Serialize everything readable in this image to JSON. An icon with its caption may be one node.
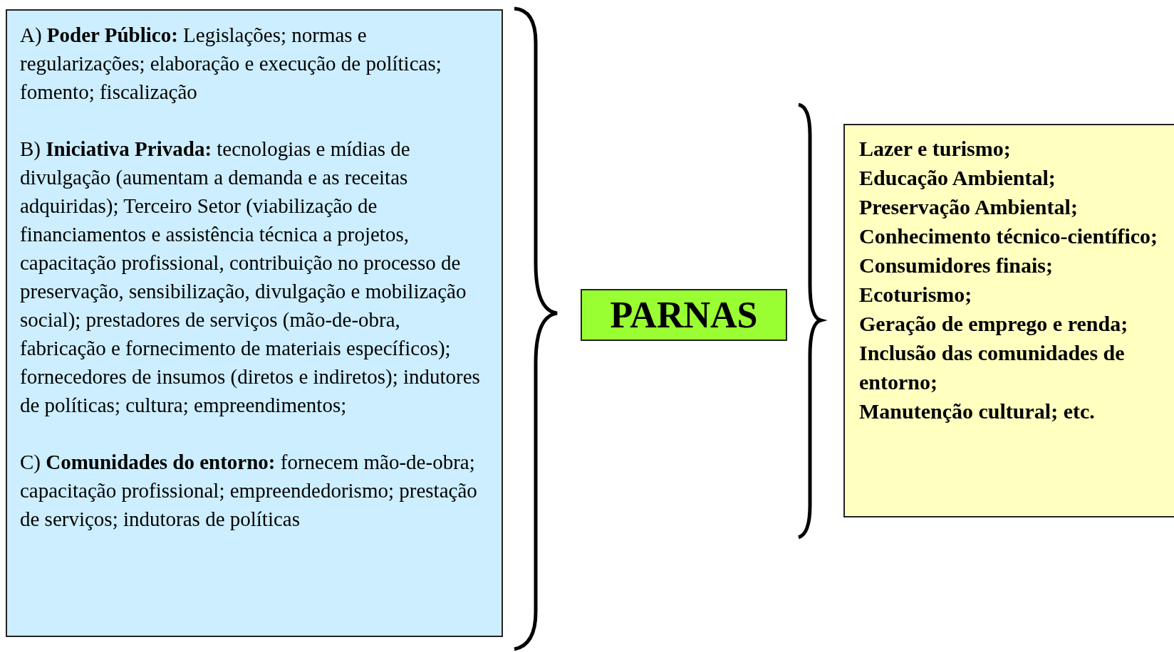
{
  "diagram": {
    "nodes": [
      {
        "text": [
          "A) **Poder Público:** Legislações; normas e regularizações; elaboração e execução de políticas; fomento; fiscalização",
          "B) **Iniciativa Privada:** tecnologias e mídias de divulgação (aumentam a demanda e as receitas adquiridas); Terceiro Setor (viabilização de financiamentos e assistência técnica a projetos, capacitação profissional, contribuição no processo de preservação, sensibilização, divulgação e mobilização social); prestadores de serviços (mão-de-obra, fabricação e fornecimento de materiais específicos); fornecedores de insumos (diretos e indiretos); indutores de políticas; cultura; empreendimentos;",
          "C) **Comunidades do entorno:** fornecem mão-de-obra; capacitação profissional; empreendedorismo; prestação de serviços; indutoras de políticas"
        ]
      },
      {
        "text": [
          "PARNAS"
        ]
      },
      {
        "text": [
          "Lazer e turismo;",
          "Educação Ambiental;",
          "Preservação Ambiental;",
          "Conhecimento técnico-científico;",
          "Consumidores finais;",
          "Ecoturismo;",
          "Geração de emprego e renda;",
          "Inclusão das comunidades de entorno;",
          "Manutenção cultural; etc."
        ]
      }
    ]
  }
}
